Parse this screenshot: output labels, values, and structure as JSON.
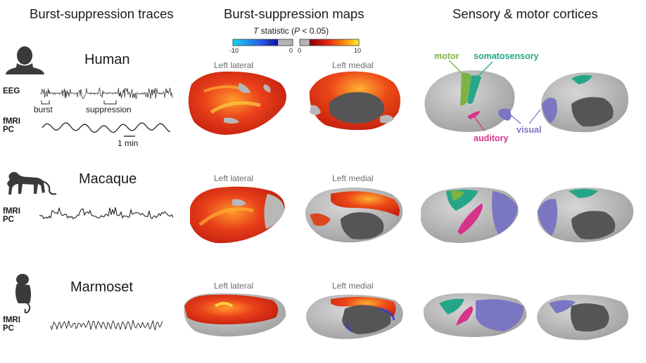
{
  "columns": {
    "traces": "Burst-suppression traces",
    "maps": "Burst-suppression maps",
    "cortices": "Sensory & motor cortices"
  },
  "colorbar": {
    "title_prefix": "T",
    "title_mid": " statistic (",
    "title_p": "P",
    "title_suffix": " < 0.05)",
    "neg_min": "-10",
    "neg_max": "0",
    "pos_min": "0",
    "pos_max": "10"
  },
  "species": {
    "human": "Human",
    "macaque": "Macaque",
    "marmoset": "Marmoset"
  },
  "views": {
    "lateral": "Left lateral",
    "medial": "Left medial"
  },
  "signals": {
    "eeg": "EEG",
    "fmri_1": "fMRI",
    "fmri_2": "PC"
  },
  "trace_annotations": {
    "burst": "burst",
    "suppression": "suppression",
    "scale": "1 min"
  },
  "regions": {
    "motor": "motor",
    "somatosensory": "somatosensory",
    "auditory": "auditory",
    "visual": "visual"
  },
  "colors": {
    "motor": "#7cb342",
    "somatosensory": "#26a689",
    "auditory": "#d6338a",
    "visual": "#7b76c2",
    "cortex_gray": "#b9b9b9",
    "wall_gray": "#555555"
  }
}
